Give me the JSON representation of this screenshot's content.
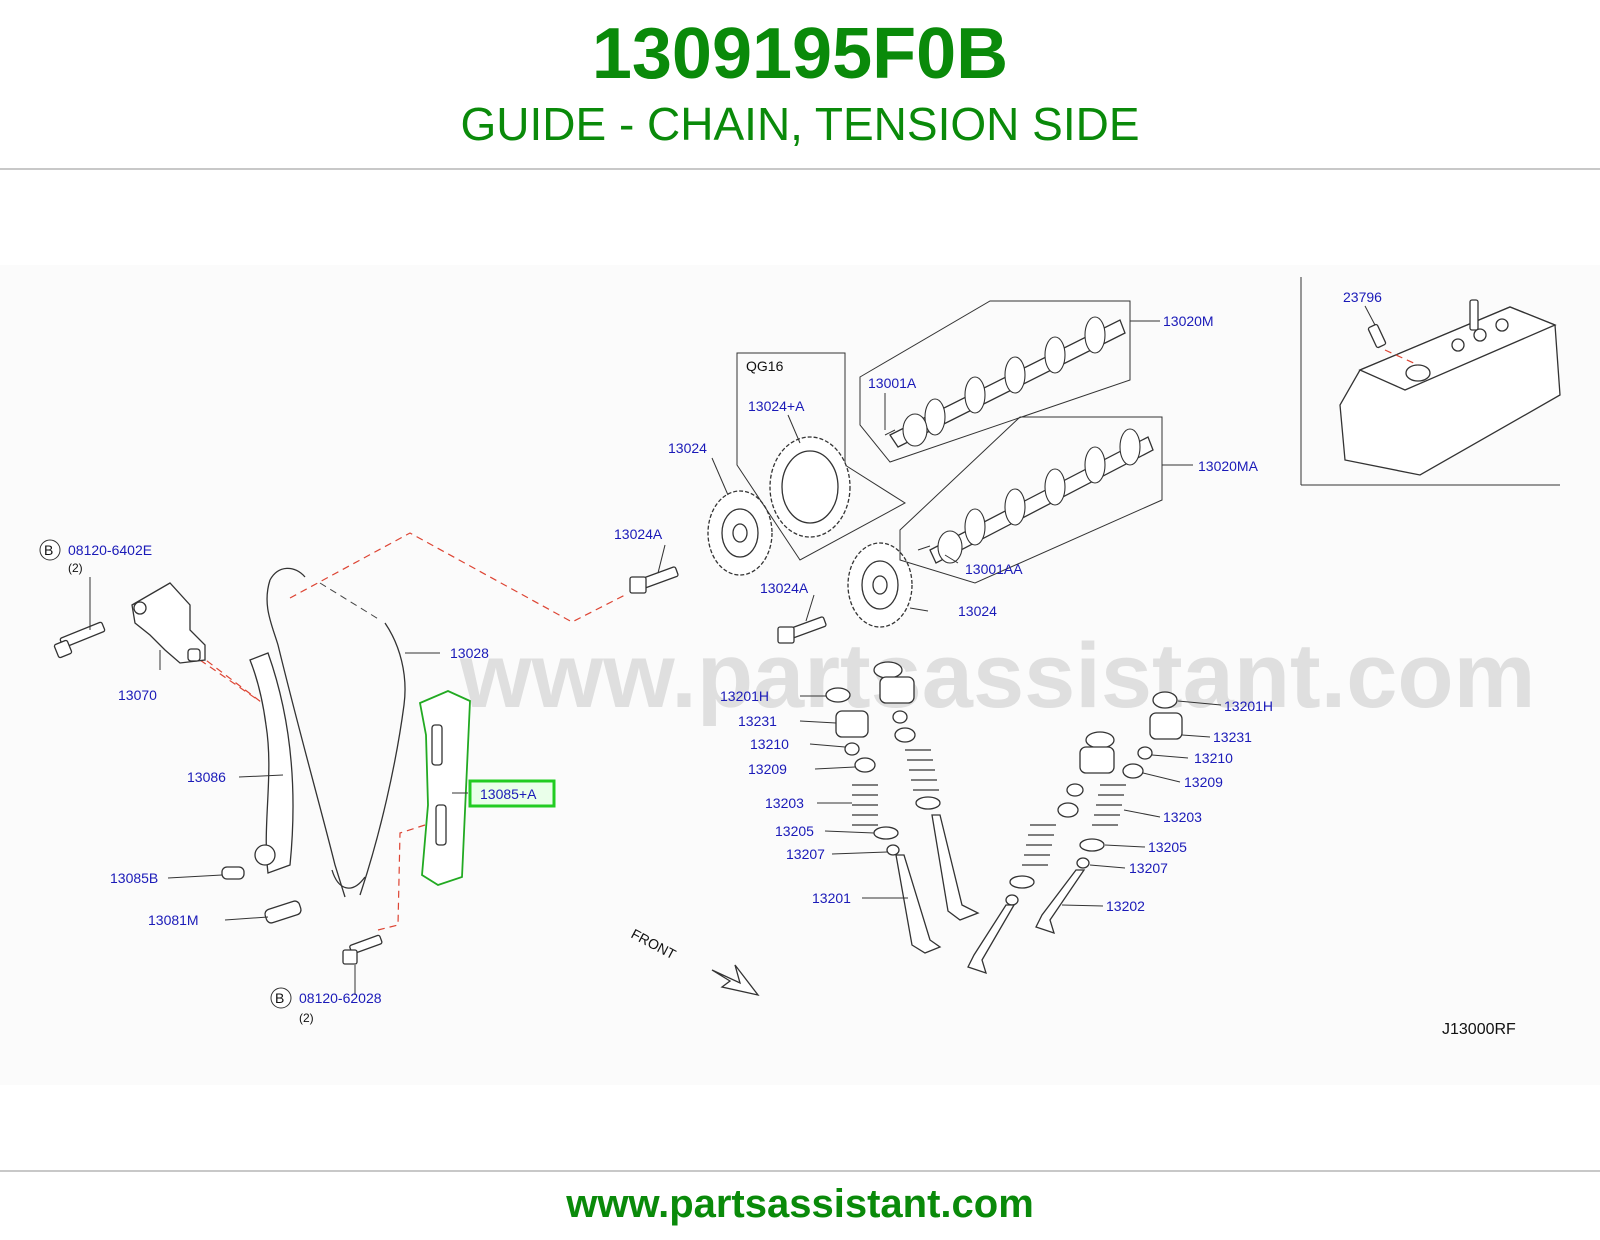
{
  "header": {
    "part_number": "1309195F0B",
    "part_name": "GUIDE - CHAIN, TENSION SIDE"
  },
  "diagram": {
    "watermark": "www.partsassistant.com",
    "callouts": {
      "c08120_6402E": "08120-6402E",
      "c08120_6402E_qty": "(2)",
      "c13070": "13070",
      "c13086": "13086",
      "c13085B": "13085B",
      "c13081M": "13081M",
      "c08120_62028": "08120-62028",
      "c08120_62028_qty": "(2)",
      "c13028": "13028",
      "c13085A": "13085+A",
      "c13024A_upper": "13024A",
      "c13024A_lower": "13024A",
      "c13024_upper": "13024",
      "c13024_lower": "13024",
      "qg16": "QG16",
      "c13024plusA": "13024+A",
      "c13001A": "13001A",
      "c13001AA": "13001AA",
      "c13020M": "13020M",
      "c13020MA": "13020MA",
      "c23796": "23796",
      "c13201H_left": "13201H",
      "c13231_left": "13231",
      "c13210_left": "13210",
      "c13209_left": "13209",
      "c13203_left": "13203",
      "c13205_left": "13205",
      "c13207_left": "13207",
      "c13201": "13201",
      "c13201H_right": "13201H",
      "c13231_right": "13231",
      "c13210_right": "13210",
      "c13209_right": "13209",
      "c13203_right": "13203",
      "c13205_right": "13205",
      "c13207_right": "13207",
      "c13202": "13202",
      "front": "FRONT",
      "bolt_symbol": "B",
      "drawing_code": "J13000RF"
    },
    "highlight_color": "#22cc22"
  },
  "footer": {
    "url": "www.partsassistant.com"
  },
  "colors": {
    "brand_green": "#0a8a0a",
    "callout_blue": "#1a1ab8",
    "phantom_red": "#dd4433"
  }
}
